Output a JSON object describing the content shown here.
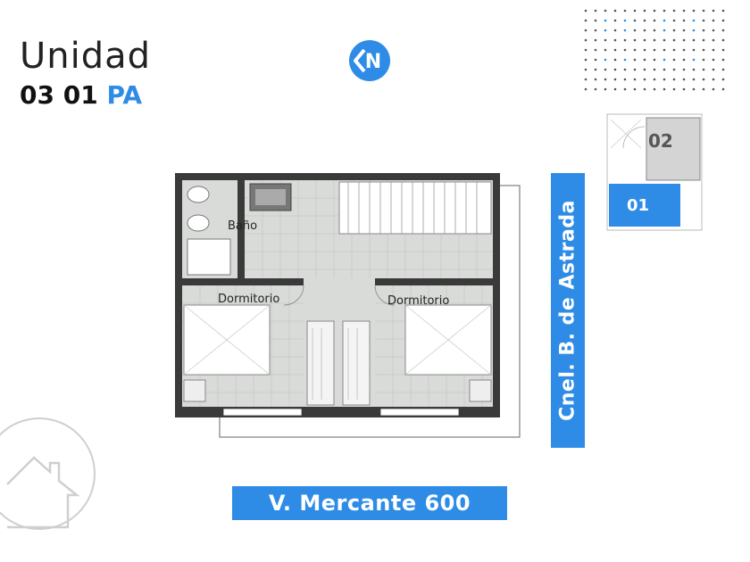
{
  "header": {
    "title": "Unidad",
    "unit_code": "03 01",
    "unit_suffix": "PA"
  },
  "logo": {
    "letter": "N",
    "icon": "brand-logo-icon"
  },
  "rooms": {
    "bath": "Baño",
    "bedroom_left": "Dormitorio",
    "bedroom_right": "Dormitorio"
  },
  "streets": {
    "side": "Cnel. B. de Astrada",
    "front": "V. Mercante 600"
  },
  "keymap": {
    "unit_a": "02",
    "unit_b": "01",
    "highlighted": "01"
  },
  "colors": {
    "accent": "#2e8ce6",
    "floor": "#d9dbd9",
    "wall": "#3a3a3a",
    "text": "#222222"
  }
}
